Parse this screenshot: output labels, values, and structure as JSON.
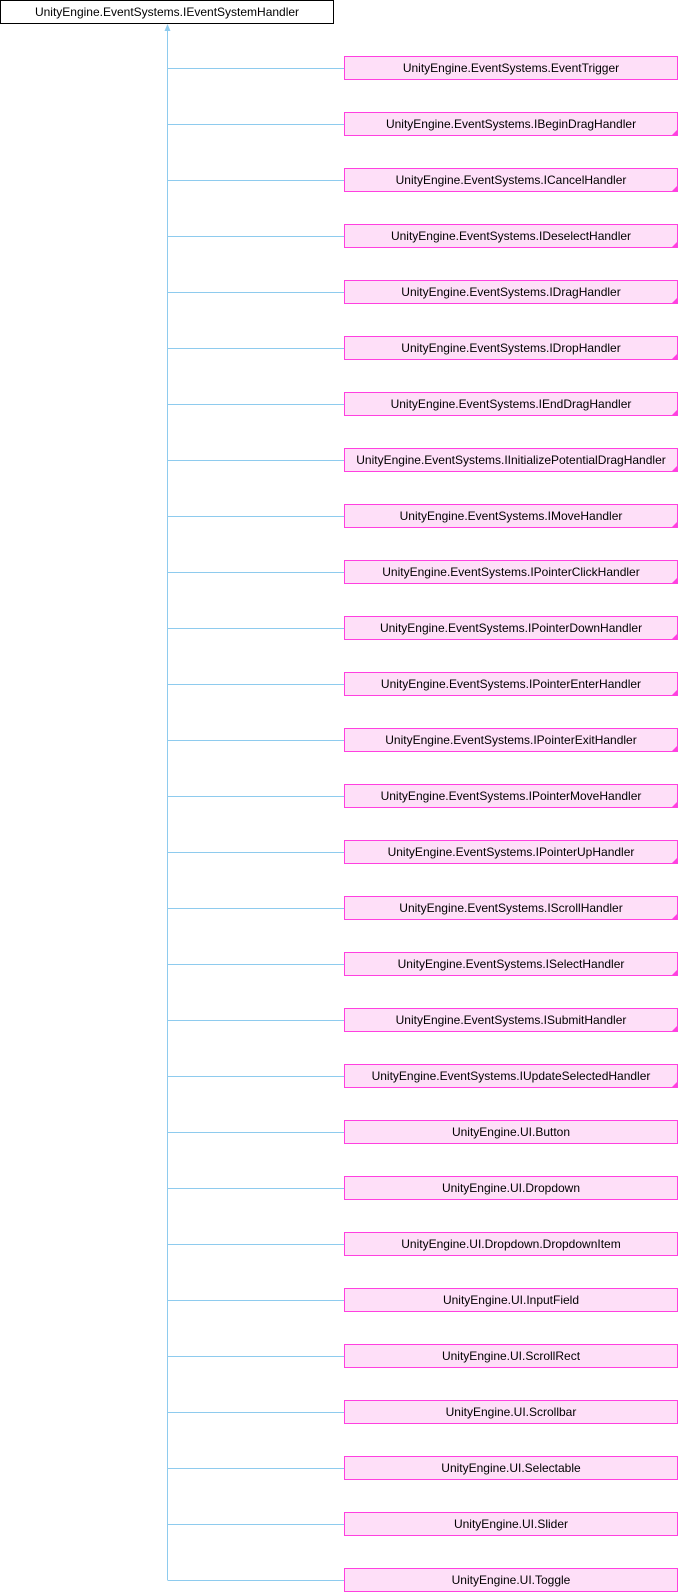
{
  "diagram": {
    "root": "UnityEngine.EventSystems.IEventSystemHandler",
    "colors": {
      "edge": "#8ecbee",
      "child_border": "#ff40e0",
      "child_fill": "#fedff8"
    },
    "children": [
      {
        "label": "UnityEngine.EventSystems.EventTrigger",
        "interface": false
      },
      {
        "label": "UnityEngine.EventSystems.IBeginDragHandler",
        "interface": true
      },
      {
        "label": "UnityEngine.EventSystems.ICancelHandler",
        "interface": true
      },
      {
        "label": "UnityEngine.EventSystems.IDeselectHandler",
        "interface": true
      },
      {
        "label": "UnityEngine.EventSystems.IDragHandler",
        "interface": true
      },
      {
        "label": "UnityEngine.EventSystems.IDropHandler",
        "interface": true
      },
      {
        "label": "UnityEngine.EventSystems.IEndDragHandler",
        "interface": true
      },
      {
        "label": "UnityEngine.EventSystems.IInitializePotentialDragHandler",
        "interface": true
      },
      {
        "label": "UnityEngine.EventSystems.IMoveHandler",
        "interface": true
      },
      {
        "label": "UnityEngine.EventSystems.IPointerClickHandler",
        "interface": true
      },
      {
        "label": "UnityEngine.EventSystems.IPointerDownHandler",
        "interface": true
      },
      {
        "label": "UnityEngine.EventSystems.IPointerEnterHandler",
        "interface": true
      },
      {
        "label": "UnityEngine.EventSystems.IPointerExitHandler",
        "interface": true
      },
      {
        "label": "UnityEngine.EventSystems.IPointerMoveHandler",
        "interface": true
      },
      {
        "label": "UnityEngine.EventSystems.IPointerUpHandler",
        "interface": true
      },
      {
        "label": "UnityEngine.EventSystems.IScrollHandler",
        "interface": true
      },
      {
        "label": "UnityEngine.EventSystems.ISelectHandler",
        "interface": true
      },
      {
        "label": "UnityEngine.EventSystems.ISubmitHandler",
        "interface": true
      },
      {
        "label": "UnityEngine.EventSystems.IUpdateSelectedHandler",
        "interface": true
      },
      {
        "label": "UnityEngine.UI.Button",
        "interface": false
      },
      {
        "label": "UnityEngine.UI.Dropdown",
        "interface": false
      },
      {
        "label": "UnityEngine.UI.Dropdown.DropdownItem",
        "interface": false
      },
      {
        "label": "UnityEngine.UI.InputField",
        "interface": false
      },
      {
        "label": "UnityEngine.UI.ScrollRect",
        "interface": false
      },
      {
        "label": "UnityEngine.UI.Scrollbar",
        "interface": false
      },
      {
        "label": "UnityEngine.UI.Selectable",
        "interface": false
      },
      {
        "label": "UnityEngine.UI.Slider",
        "interface": false
      },
      {
        "label": "UnityEngine.UI.Toggle",
        "interface": false
      }
    ]
  }
}
